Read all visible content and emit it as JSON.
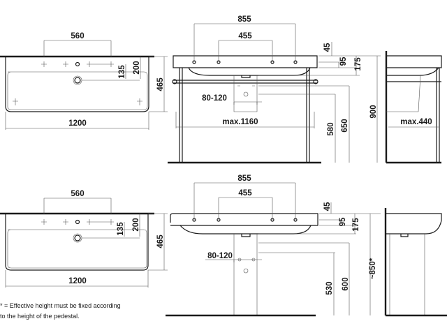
{
  "top_row": {
    "plan": {
      "tap_spacing": "560",
      "dim_135": "135",
      "dim_200": "200",
      "depth": "465",
      "width": "1200"
    },
    "front": {
      "outer_tap": "855",
      "inner_tap": "455",
      "dim_45": "45",
      "dim_95": "95",
      "dim_175": "175",
      "height_total": "900",
      "dim_580": "580",
      "dim_650": "650",
      "waste_range": "80-120",
      "max_width": "max.1160"
    },
    "side": {
      "max_depth": "max.440"
    }
  },
  "bottom_row": {
    "plan": {
      "tap_spacing": "560",
      "dim_135": "135",
      "dim_200": "200",
      "depth": "465",
      "width": "1200"
    },
    "front": {
      "outer_tap": "855",
      "inner_tap": "455",
      "dim_45": "45",
      "dim_95": "95",
      "dim_175": "175",
      "height_total": "~850*",
      "dim_530": "530",
      "dim_600": "600",
      "waste_range": "80-120"
    }
  },
  "footnote": {
    "line1": "* = Effective height must be fixed according",
    "line2": "to the height of the pedestal."
  }
}
